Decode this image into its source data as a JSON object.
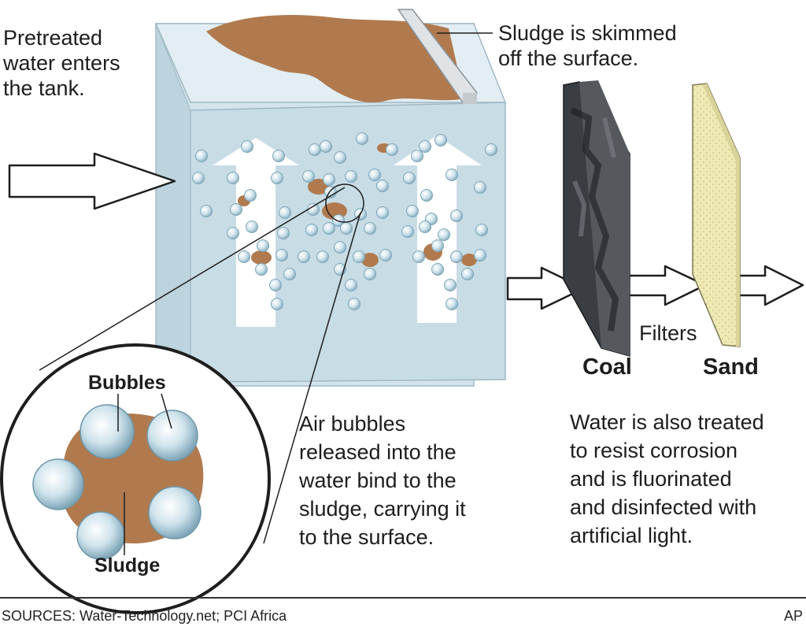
{
  "labels": {
    "intro": "Pretreated\nwater enters\nthe tank.",
    "skim": "Sludge is skimmed\noff the surface.",
    "bubbles": "Bubbles",
    "sludge": "Sludge",
    "air": "Air bubbles\nreleased into the\nwater bind to the\nsludge, carrying it\nto the surface.",
    "filters": "Filters",
    "coal": "Coal",
    "sand": "Sand",
    "treated": "Water is also treated\nto resist corrosion\nand is fluorinated\nand disinfected with\nartificial light."
  },
  "footer": {
    "sources": "SOURCES: Water-Technology.net; PCI Africa",
    "credit": "AP"
  },
  "colors": {
    "tank_front": "#d3e4ec",
    "tank_side": "#bdd3de",
    "tank_top": "#e2eef3",
    "sludge": "#b07a4e",
    "coal": "#3a3d42",
    "sand": "#efeab4",
    "bubble": "#cfe3ec"
  }
}
